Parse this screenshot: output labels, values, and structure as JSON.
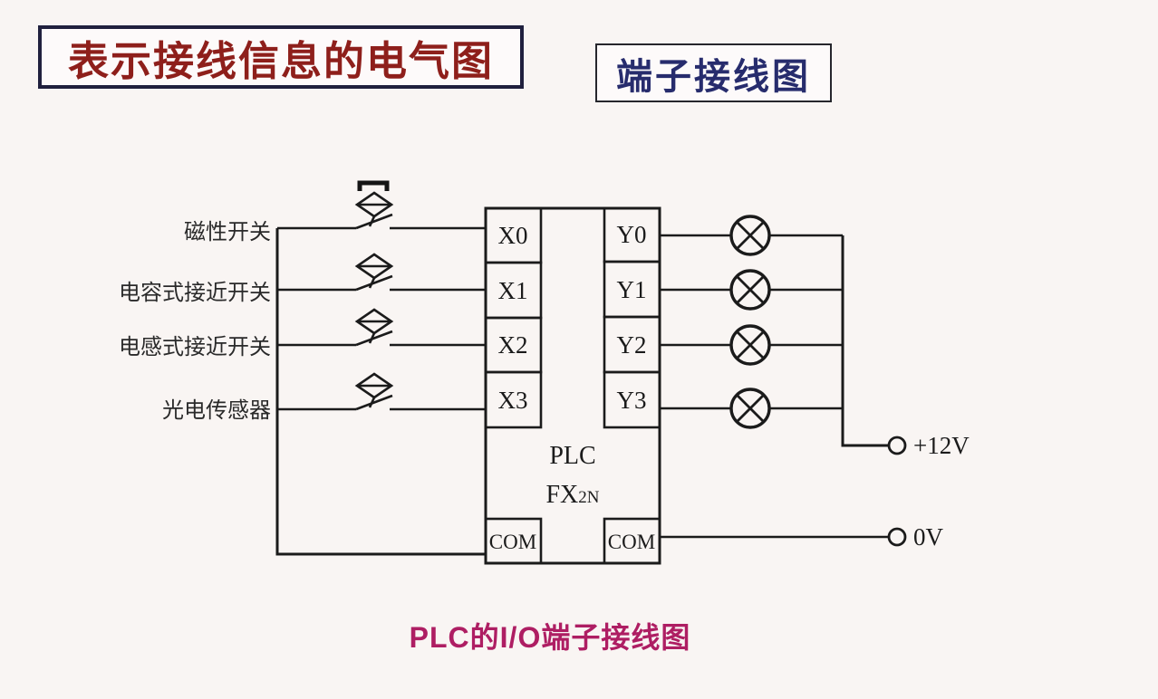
{
  "titles": {
    "left": "表示接线信息的电气图",
    "right": "端子接线图",
    "caption": "PLC的I/O端子接线图"
  },
  "inputs": [
    {
      "label": "磁性开关",
      "terminal": "X0"
    },
    {
      "label": "电容式接近开关",
      "terminal": "X1"
    },
    {
      "label": "电感式接近开关",
      "terminal": "X2"
    },
    {
      "label": "光电传感器",
      "terminal": "X3"
    }
  ],
  "outputs": [
    {
      "terminal": "Y0"
    },
    {
      "terminal": "Y1"
    },
    {
      "terminal": "Y2"
    },
    {
      "terminal": "Y3"
    }
  ],
  "plc": {
    "name": "PLC",
    "model": "FX",
    "model_subscript": "2N",
    "com_left": "COM",
    "com_right": "COM"
  },
  "power": {
    "positive": "+12V",
    "zero": "0V"
  },
  "colors": {
    "main_title_text": "#8e1f1b",
    "subtitle_text": "#272c6d",
    "caption_text": "#ae1e63",
    "line": "#1b1b1b"
  }
}
